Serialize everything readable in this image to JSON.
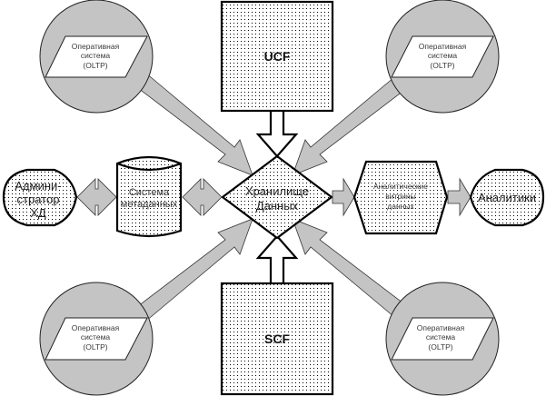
{
  "diagram": {
    "title": "",
    "center": {
      "label_line1": "Хранилище",
      "label_line2": "Данных"
    },
    "ucf": {
      "label": "UCF"
    },
    "scf": {
      "label": "SCF"
    },
    "oltp_sources": [
      {
        "position": "top-left",
        "line1": "Оперативная",
        "line2": "система",
        "line3": "(OLTP)"
      },
      {
        "position": "top-right",
        "line1": "Оперативная",
        "line2": "система",
        "line3": "(OLTP)"
      },
      {
        "position": "bottom-left",
        "line1": "Оперативная",
        "line2": "система",
        "line3": "(OLTP)"
      },
      {
        "position": "bottom-right",
        "line1": "Оперативная",
        "line2": "система",
        "line3": "(OLTP)"
      }
    ],
    "admin": {
      "line1": "Админи-",
      "line2": "стратор",
      "line3": "ХД"
    },
    "metadata": {
      "line1": "Система",
      "line2": "метаданных"
    },
    "marts": {
      "line1": "Аналитические",
      "line2": "витрины",
      "line3": "данных"
    },
    "analysts": {
      "label": "Аналитики"
    },
    "colors": {
      "arrow_fill": "#c4c4c4",
      "circle_fill": "#c4c4c4",
      "outline": "#000000",
      "background": "#ffffff"
    }
  }
}
